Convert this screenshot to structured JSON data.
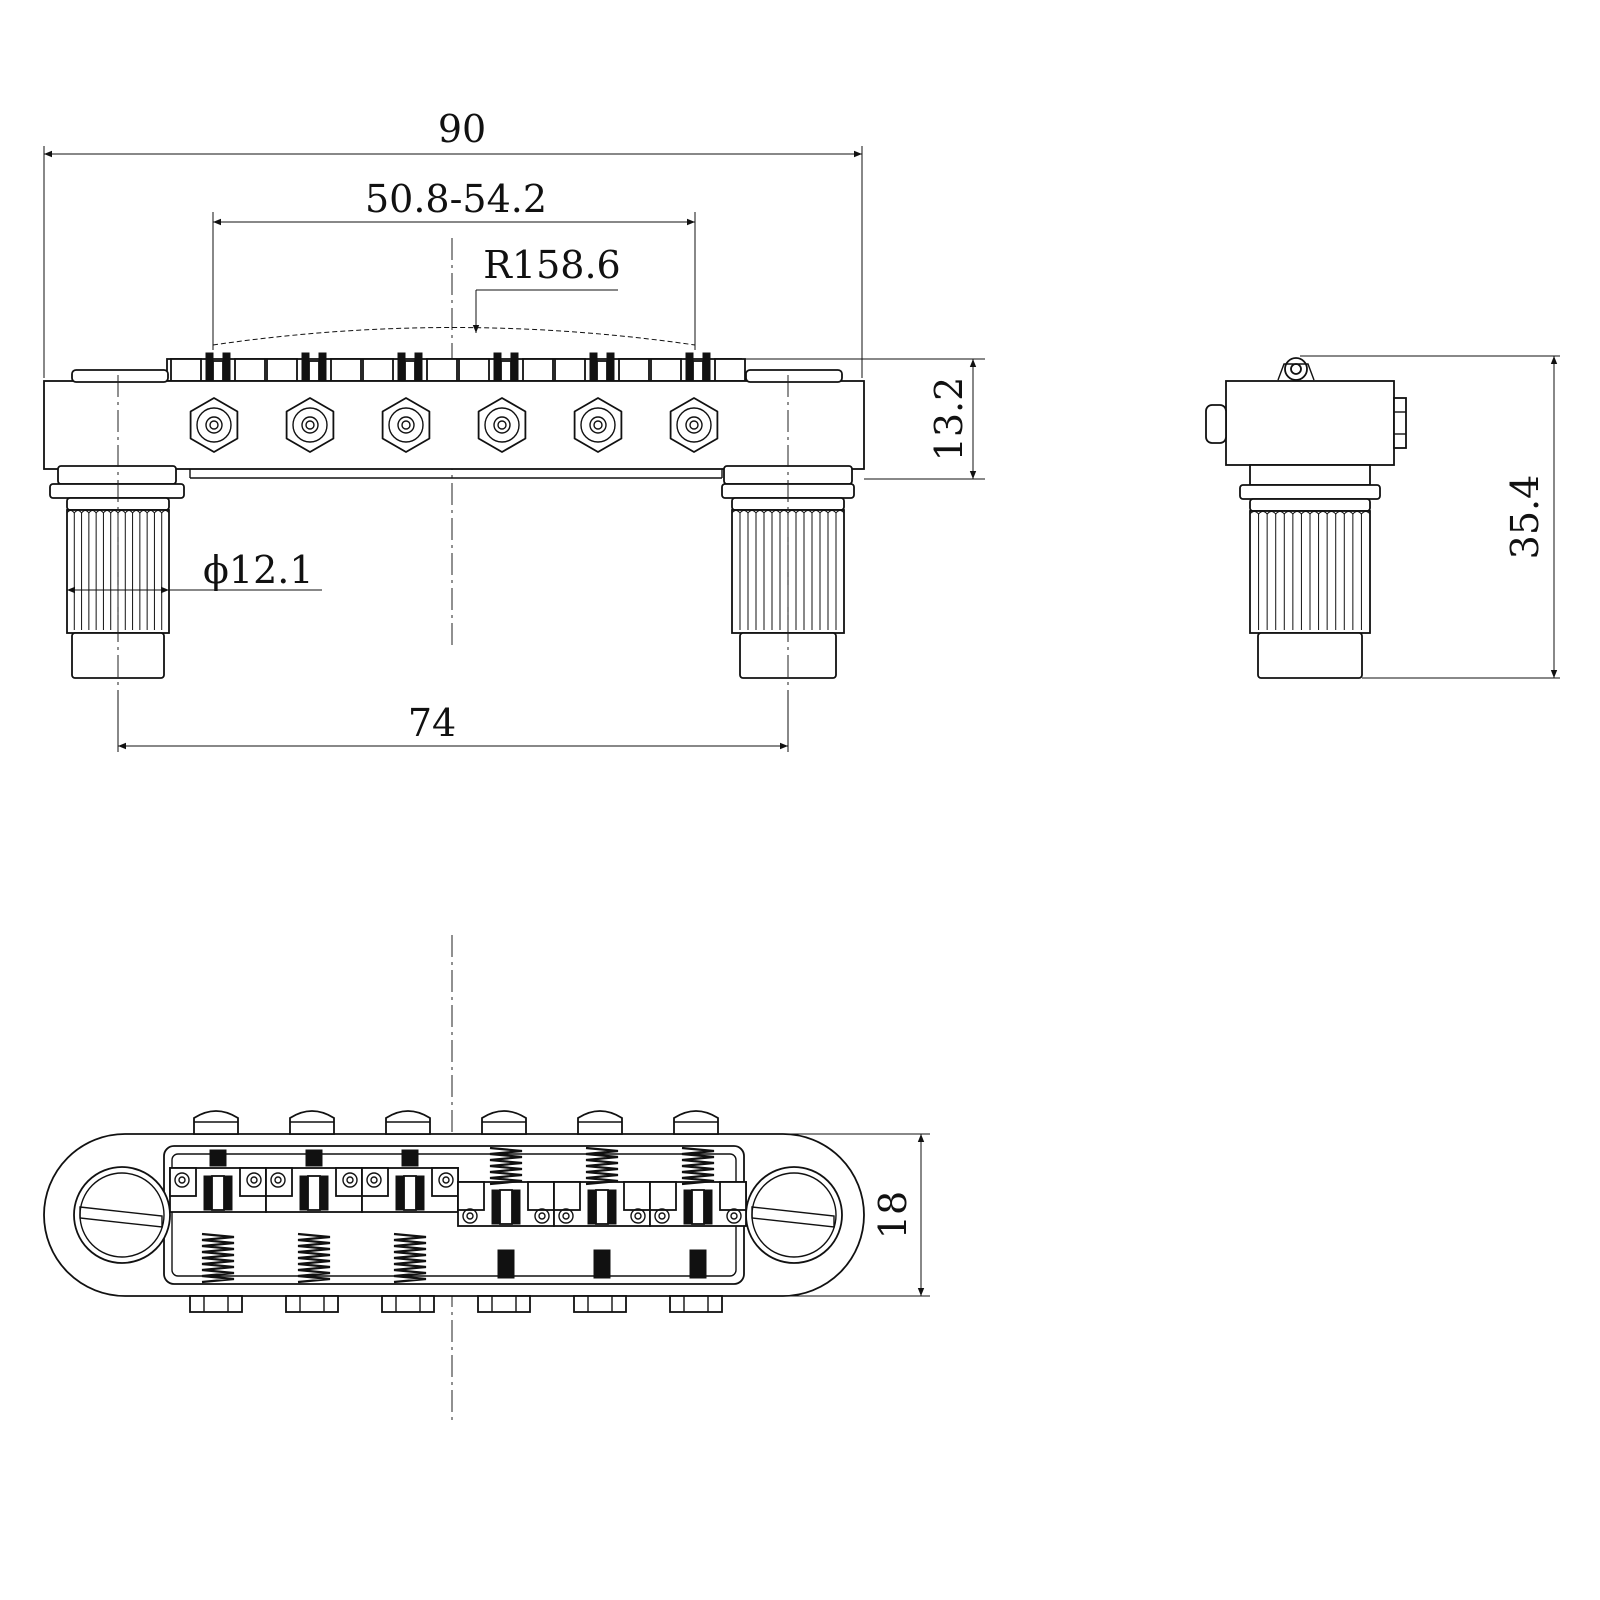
{
  "dimensions": {
    "overall_width": "90",
    "string_spread": "50.8-54.2",
    "radius": "R158.6",
    "height_body": "13.2",
    "post_diameter": "ϕ12.1",
    "post_spacing": "74",
    "side_height": "35.4",
    "depth": "18"
  },
  "colors": {
    "line": "#111111",
    "background": "#ffffff"
  }
}
